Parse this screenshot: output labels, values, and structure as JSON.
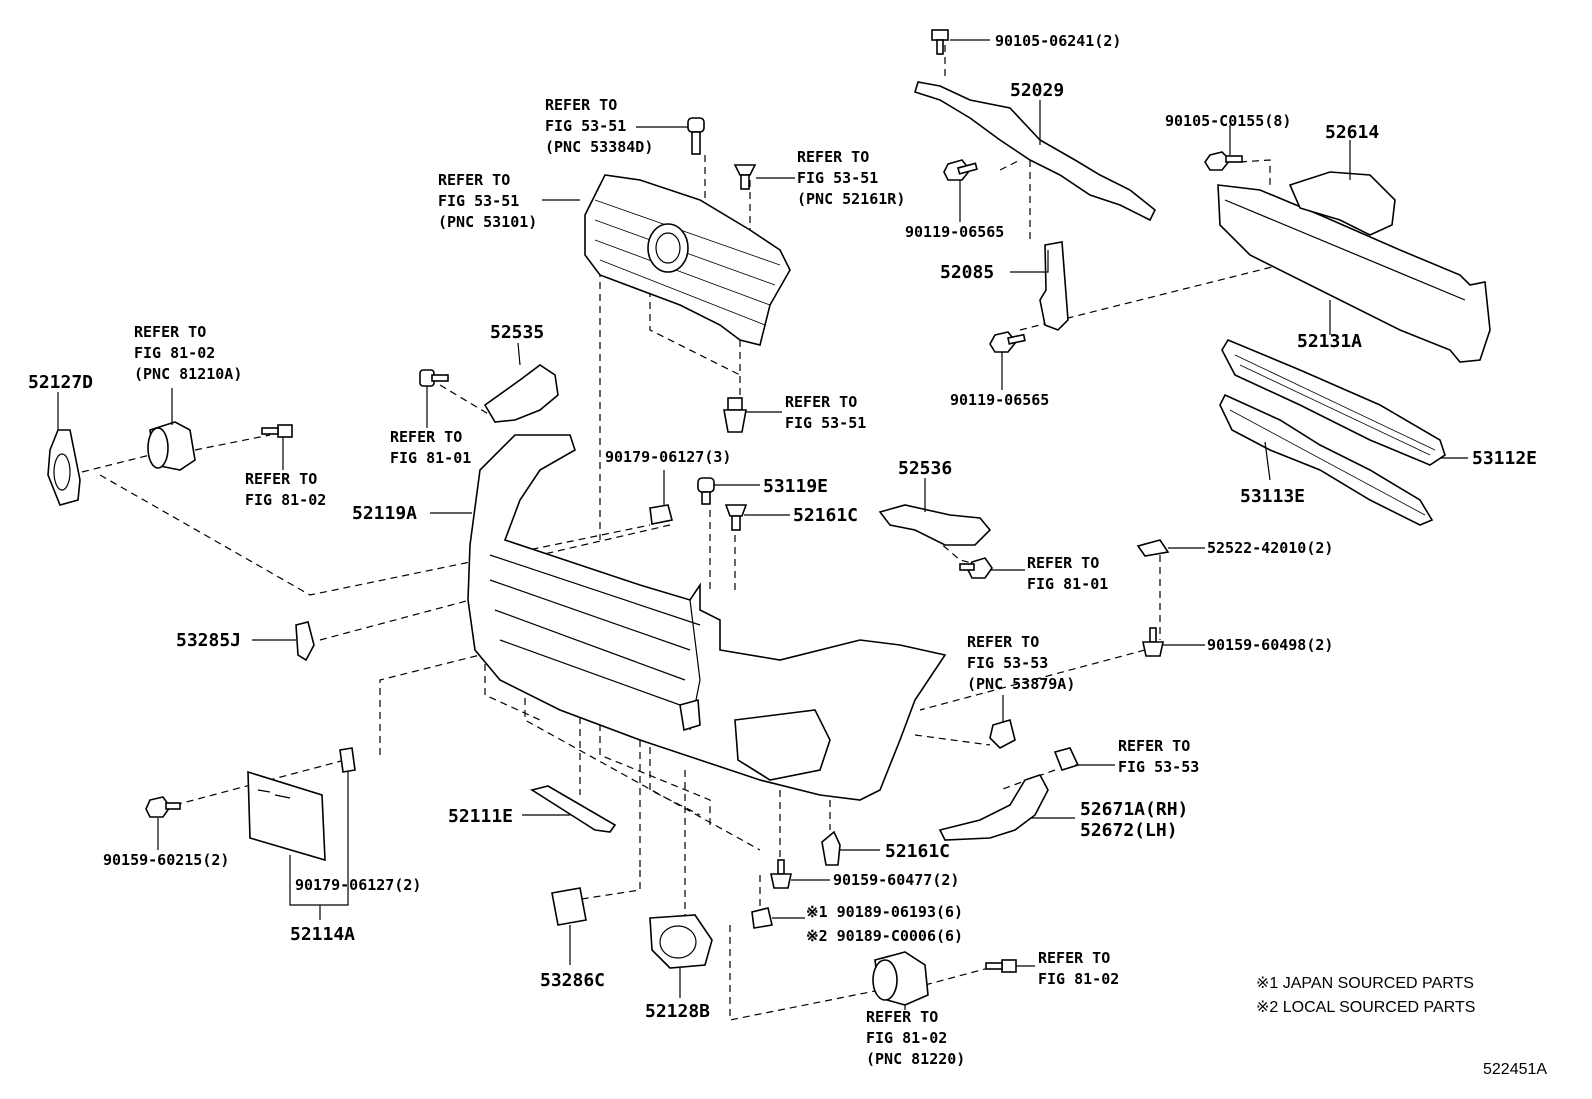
{
  "labels": {
    "bolt_90105_06241": "90105-06241(2)",
    "reinf_52029": "52029",
    "bolt_90105_c0155": "90105-C0155(8)",
    "absorber_52614": "52614",
    "bolt_90119_a": "90119-06565",
    "bracket_52085": "52085",
    "bolt_90119_b": "90119-06565",
    "reinf_52131a": "52131A",
    "grille_53112e": "53112E",
    "grille_53113e": "53113E",
    "fig5351_clip_l1": "REFER TO",
    "fig5351_clip_l2": "FIG 53-51",
    "fig5351_clip_l3": "(PNC 53384D)",
    "fig5351_r_l1": "REFER TO",
    "fig5351_r_l2": "FIG 53-51",
    "fig5351_r_l3": "(PNC 52161R)",
    "fig5351_grille_l1": "REFER TO",
    "fig5351_grille_l2": "FIG 53-51",
    "fig5351_grille_l3": "(PNC 53101)",
    "fig5351_low_l1": "REFER TO",
    "fig5351_low_l2": "FIG 53-51",
    "fig8102_a_l1": "REFER TO",
    "fig8102_a_l2": "FIG 81-02",
    "fig8102_a_l3": "(PNC 81210A)",
    "cover_52127d": "52127D",
    "bracket_52535": "52535",
    "fig8101_a_l1": "REFER TO",
    "fig8101_a_l2": "FIG 81-01",
    "fig8102_b_l1": "REFER TO",
    "fig8102_b_l2": "FIG 81-02",
    "nut_90179_06127_3": "90179-06127(3)",
    "clip_53119e": "53119E",
    "clip_52161c_a": "52161C",
    "bumper_52119a": "52119A",
    "bracket_52536": "52536",
    "fig8101_b_l1": "REFER TO",
    "fig8101_b_l2": "FIG 81-01",
    "nut_52522": "52522-42010(2)",
    "bolt_90159_60498": "90159-60498(2)",
    "fig5353_a_l1": "REFER TO",
    "fig5353_a_l2": "FIG 53-53",
    "fig5353_a_l3": "(PNC 53879A)",
    "cap_53285j": "53285J",
    "fig5353_b_l1": "REFER TO",
    "fig5353_b_l2": "FIG 53-53",
    "support_rh": "52671A(RH)",
    "support_lh": "52672(LH)",
    "strip_52111e": "52111E",
    "clip_52161c_b": "52161C",
    "screw_90159_60477": "90159-60477(2)",
    "screw_90159_60215": "90159-60215(2)",
    "nut_90179_06127_2": "90179-06127(2)",
    "bracket_52114a": "52114A",
    "clip_note1": "※1 90189-06193(6)",
    "clip_note2": "※2 90189-C0006(6)",
    "cover_53286c": "53286C",
    "cover_52128b": "52128B",
    "fig8102_c_l1": "REFER TO",
    "fig8102_c_l2": "FIG 81-02",
    "fig8102_d_l1": "REFER TO",
    "fig8102_d_l2": "FIG 81-02",
    "fig8102_d_l3": "(PNC 81220)"
  },
  "notes": {
    "japan": "※1 JAPAN SOURCED PARTS",
    "local": "※2 LOCAL SOURCED PARTS"
  },
  "illustration_id": "522451A"
}
